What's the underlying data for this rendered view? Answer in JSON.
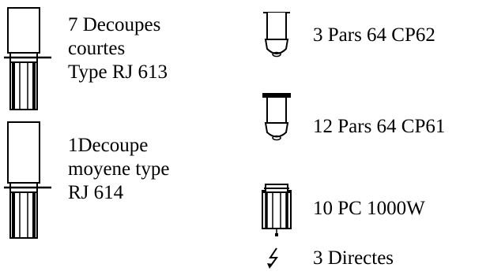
{
  "legend": {
    "decoupe_courte": {
      "lines": [
        "7 Decoupes",
        "courtes",
        "Type RJ 613"
      ]
    },
    "decoupe_moyenne": {
      "lines": [
        "1Decoupe",
        "moyene type",
        "RJ 614"
      ]
    },
    "par64_cp62": {
      "label": "3 Pars 64 CP62"
    },
    "par64_cp61": {
      "label": "12 Pars 64 CP61"
    },
    "pc_1000w": {
      "label": "10 PC 1000W"
    },
    "directes": {
      "label": "3 Directes"
    }
  }
}
